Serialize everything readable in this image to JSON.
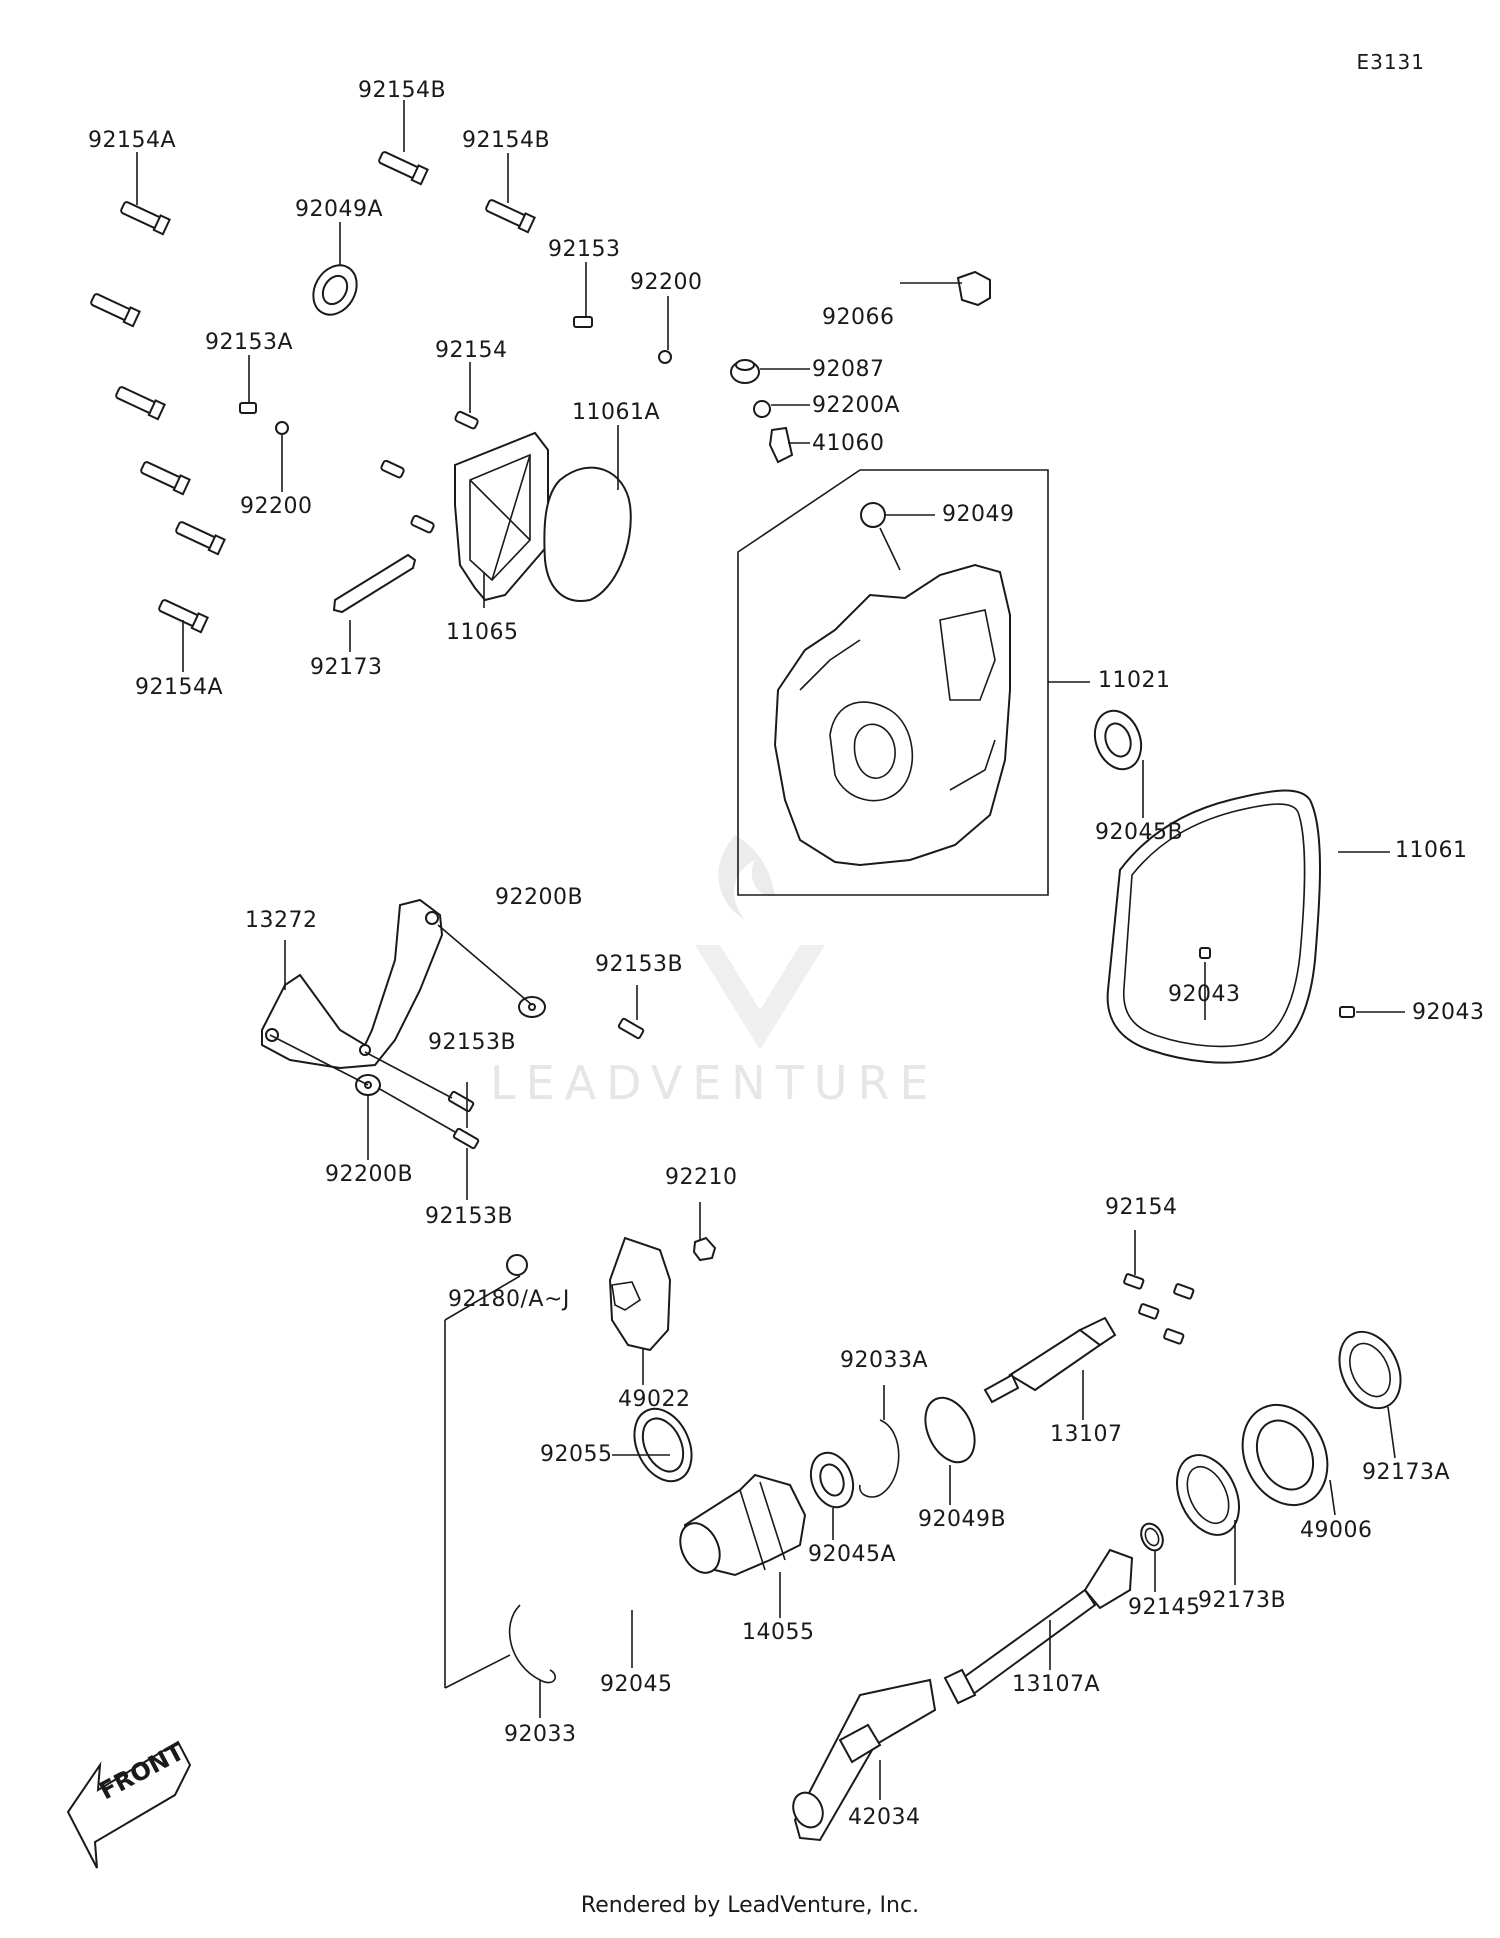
{
  "diagram_code": "E3131",
  "footer": "Rendered by LeadVenture, Inc.",
  "watermark": "LEADVENTURE",
  "front_label": "FRONT",
  "parts": {
    "p92154A_top": "92154A",
    "p92154B_a": "92154B",
    "p92154B_b": "92154B",
    "p92049A": "92049A",
    "p92153": "92153",
    "p92200_top": "92200",
    "p92066": "92066",
    "p92087": "92087",
    "p92200A": "92200A",
    "p41060": "41060",
    "p92153A": "92153A",
    "p92154_top": "92154",
    "p11061A": "11061A",
    "p92049": "92049",
    "p92200_mid": "92200",
    "p11065": "11065",
    "p92173": "92173",
    "p92154A_bottom": "92154A",
    "p11021": "11021",
    "p92045B": "92045B",
    "p11061": "11061",
    "p13272": "13272",
    "p92200B_top": "92200B",
    "p92153B_a": "92153B",
    "p92043_inner": "92043",
    "p92043_outer": "92043",
    "p92153B_b": "92153B",
    "p92200B_bottom": "92200B",
    "p92153B_c": "92153B",
    "p92210": "92210",
    "p92154_right": "92154",
    "p92180": "92180/A~J",
    "p49022": "49022",
    "p92033A": "92033A",
    "p13107": "13107",
    "p92055": "92055",
    "p92049B": "92049B",
    "p92173A": "92173A",
    "p92045A": "92045A",
    "p49006": "49006",
    "p92173B": "92173B",
    "p14055": "14055",
    "p92145": "92145",
    "p92045": "92045",
    "p13107A": "13107A",
    "p92033": "92033",
    "p42034": "42034"
  }
}
